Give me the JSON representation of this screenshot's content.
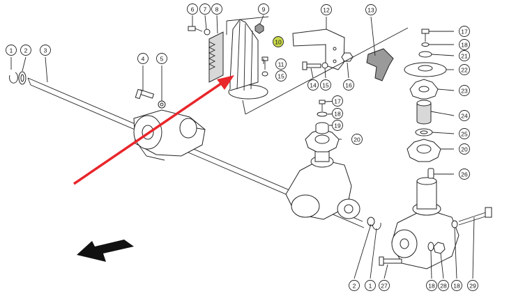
{
  "diagram": {
    "callouts": [
      {
        "id": "c1",
        "label": "1"
      },
      {
        "id": "c2",
        "label": "2"
      },
      {
        "id": "c3",
        "label": "3"
      },
      {
        "id": "c4",
        "label": "4"
      },
      {
        "id": "c5",
        "label": "5"
      },
      {
        "id": "c6",
        "label": "6"
      },
      {
        "id": "c7",
        "label": "7"
      },
      {
        "id": "c8",
        "label": "8"
      },
      {
        "id": "c9",
        "label": "9"
      },
      {
        "id": "c10",
        "label": "10"
      },
      {
        "id": "c11",
        "label": "11"
      },
      {
        "id": "c12",
        "label": "12"
      },
      {
        "id": "c13",
        "label": "13"
      },
      {
        "id": "c14",
        "label": "14"
      },
      {
        "id": "c15a",
        "label": "15"
      },
      {
        "id": "c15b",
        "label": "15"
      },
      {
        "id": "c16",
        "label": "16"
      },
      {
        "id": "c17a",
        "label": "17"
      },
      {
        "id": "c17b",
        "label": "17"
      },
      {
        "id": "c18a",
        "label": "18"
      },
      {
        "id": "c18b",
        "label": "18"
      },
      {
        "id": "c18c",
        "label": "18"
      },
      {
        "id": "c18d",
        "label": "18"
      },
      {
        "id": "c19",
        "label": "19"
      },
      {
        "id": "c20a",
        "label": "20"
      },
      {
        "id": "c20b",
        "label": "20"
      },
      {
        "id": "c21",
        "label": "21"
      },
      {
        "id": "c22",
        "label": "22"
      },
      {
        "id": "c23",
        "label": "23"
      },
      {
        "id": "c24",
        "label": "24"
      },
      {
        "id": "c25",
        "label": "25"
      },
      {
        "id": "c26",
        "label": "26"
      },
      {
        "id": "c27",
        "label": "27"
      },
      {
        "id": "c28",
        "label": "28"
      },
      {
        "id": "c29",
        "label": "29"
      },
      {
        "id": "c2b",
        "label": "2"
      },
      {
        "id": "c1b",
        "label": "1"
      }
    ],
    "colors": {
      "arrow": "#e8262b",
      "highlight": "#c9d94a",
      "ink": "#222222",
      "direction_arrow": "#111111"
    }
  }
}
